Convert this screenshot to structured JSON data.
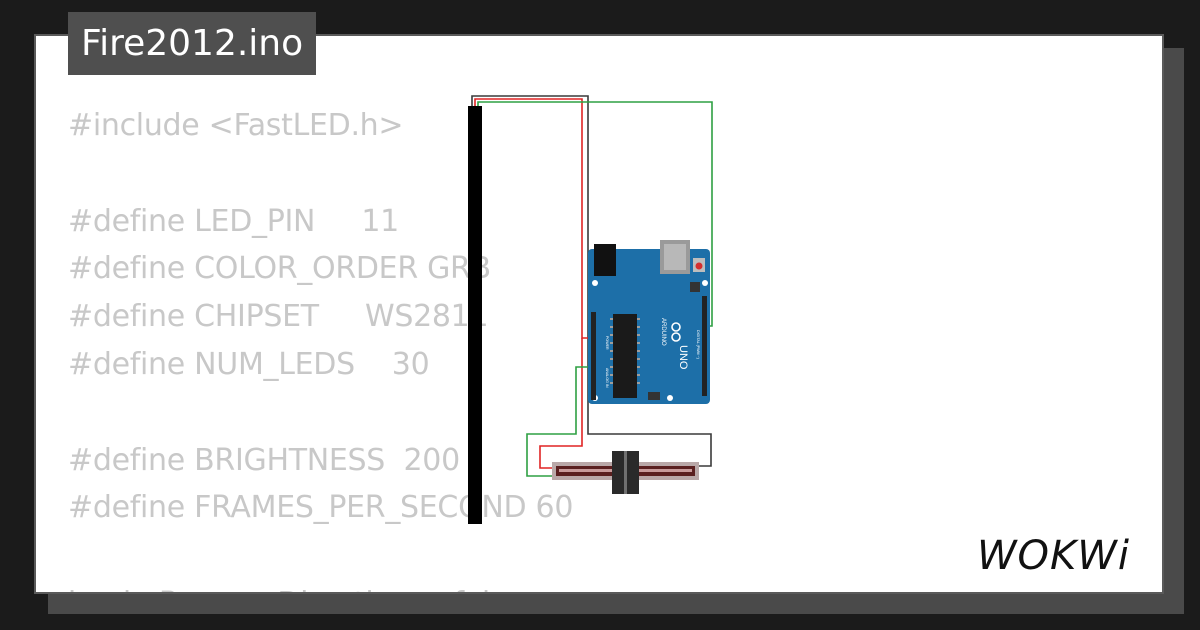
{
  "file_tab": {
    "title": "Fire2012.ino"
  },
  "code_lines": [
    "#include <FastLED.h>",
    "",
    "#define LED_PIN     11",
    "#define COLOR_ORDER GRB",
    "#define CHIPSET     WS2811",
    "#define NUM_LEDS    30",
    "",
    "#define BRIGHTNESS  200",
    "#define FRAMES_PER_SECOND 60",
    "",
    "bool gReverseDirection = false;"
  ],
  "board": {
    "brand": "ARDUINO",
    "model": "UNO",
    "digital_label": "DIGITAL (PWM ~)",
    "power_label": "POWER",
    "analog_label": "ANALOG IN"
  },
  "brand_logo": {
    "text": "WOKWi"
  },
  "colors": {
    "background": "#1b1b1b",
    "card": "#ffffff",
    "title_tab": "#4f4f4f",
    "code_text": "#c8c8c8",
    "board_blue": "#1d6fa8",
    "wire_red": "#e02424",
    "wire_green": "#2ea043",
    "wire_dark": "#3a3a3a",
    "strip": "#000000"
  },
  "icons": [
    "wokwi-logo",
    "arduino-infinity-icon",
    "usb-connector-icon",
    "dc-jack-icon",
    "reset-button-icon"
  ]
}
